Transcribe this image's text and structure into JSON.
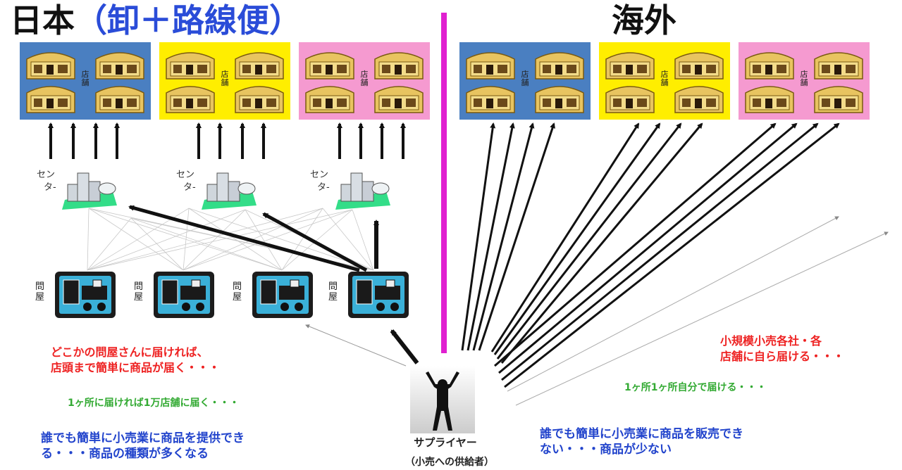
{
  "japan": {
    "title": "日本",
    "subtitle": "（卸＋路線便）",
    "store_label": "店舗",
    "center_label_1": "セン",
    "center_label_2": "タ-",
    "tonya_label": "問屋",
    "note_red_1": "どこかの問屋さんに届ければ、",
    "note_red_2": "店頭まで簡単に商品が届く・・・",
    "note_green": "1ヶ所に届ければ1万店舗に届く・・・",
    "note_blue_1": "誰でも簡単に小売業に商品を提供でき",
    "note_blue_2": "る・・・商品の種類が多くなる"
  },
  "overseas": {
    "title": "海外",
    "store_label": "店舗",
    "note_red_1": "小規模小売各社・各",
    "note_red_2": "店舗に自ら届ける・・・",
    "note_green": "1ヶ所1ヶ所自分で届ける・・・",
    "note_blue_1": "誰でも簡単に小売業に商品を販売でき",
    "note_blue_2": "ない・・・商品が少ない"
  },
  "supplier": {
    "label": "サプライヤー",
    "sublabel": "（小売への供給者）"
  },
  "colors": {
    "blue_group": "#4a7fc1",
    "yellow_group": "#ffee00",
    "pink_group": "#f59ad0",
    "divider": "#e020d0",
    "building": "#e8c460",
    "tonya_box": "#3ab0d8"
  }
}
